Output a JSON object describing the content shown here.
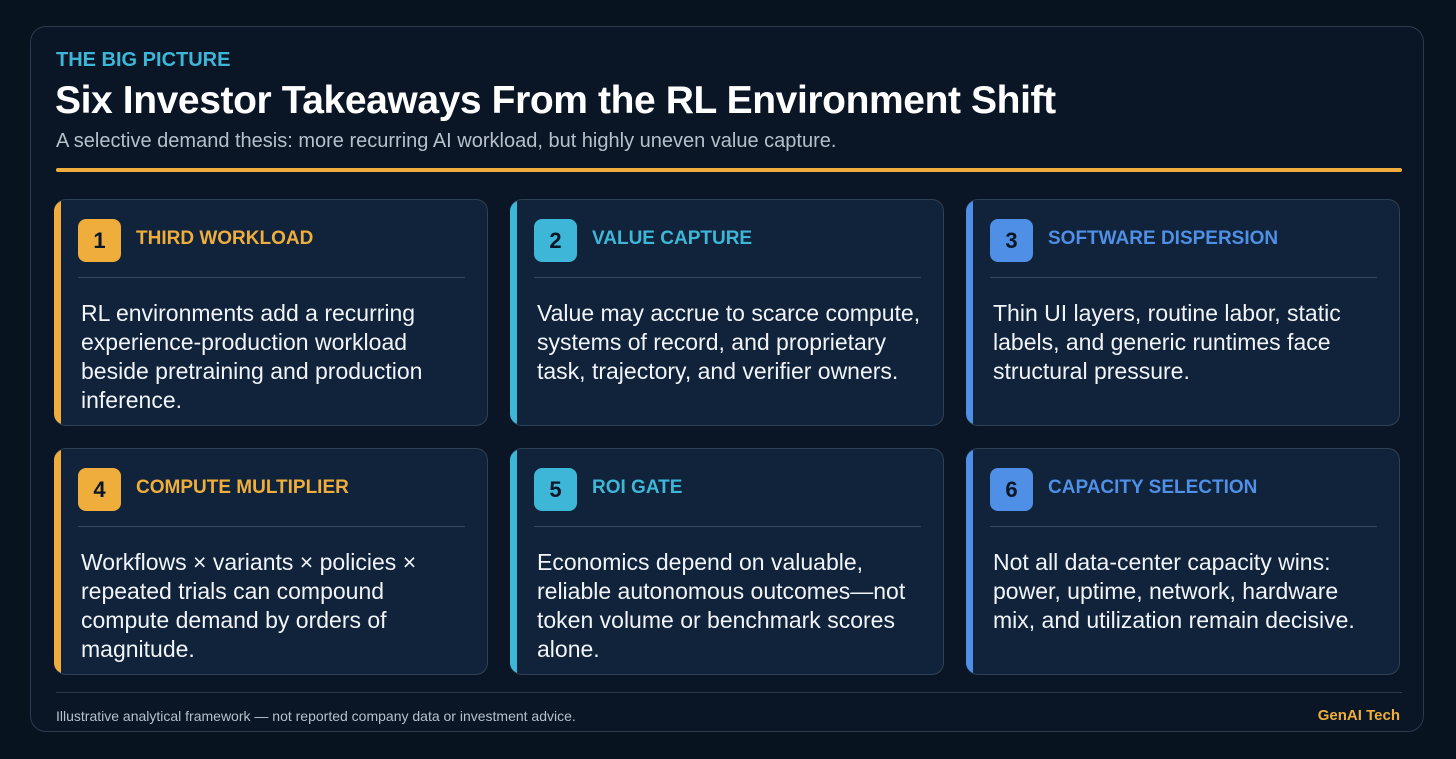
{
  "header": {
    "eyebrow": "THE BIG PICTURE",
    "title": "Six Investor Takeaways From the RL Environment Shift",
    "subtitle": "A selective demand thesis: more recurring AI workload, but highly uneven value capture."
  },
  "colors": {
    "background": "#081320",
    "card_background": "#10233a",
    "gold": "#efae3c",
    "cyan": "#3eb6d8",
    "blue": "#4f8fe6",
    "text": "#f1f4f8",
    "muted": "#b6c0cc"
  },
  "cards": [
    {
      "number": "1",
      "title": "THIRD WORKLOAD",
      "body": "RL environments add a recurring experience-production workload beside pretraining and production inference.",
      "color": "#efae3c"
    },
    {
      "number": "2",
      "title": "VALUE CAPTURE",
      "body": "Value may accrue to scarce compute, systems of record, and proprietary task, trajectory, and verifier owners.",
      "color": "#3eb6d8"
    },
    {
      "number": "3",
      "title": "SOFTWARE DISPERSION",
      "body": "Thin UI layers, routine labor, static labels, and generic runtimes face structural pressure.",
      "color": "#4f8fe6"
    },
    {
      "number": "4",
      "title": "COMPUTE MULTIPLIER",
      "body": "Workflows × variants × policies × repeated trials can compound compute demand by orders of magnitude.",
      "color": "#efae3c"
    },
    {
      "number": "5",
      "title": "ROI GATE",
      "body": "Economics depend on valuable, reliable autonomous outcomes—not token volume or benchmark scores alone.",
      "color": "#3eb6d8"
    },
    {
      "number": "6",
      "title": "CAPACITY SELECTION",
      "body": "Not all data-center capacity wins: power, uptime, network, hardware mix, and utilization remain decisive.",
      "color": "#4f8fe6"
    }
  ],
  "footer": {
    "note": "Illustrative analytical framework — not reported company data or investment advice.",
    "brand": "GenAI Tech"
  }
}
